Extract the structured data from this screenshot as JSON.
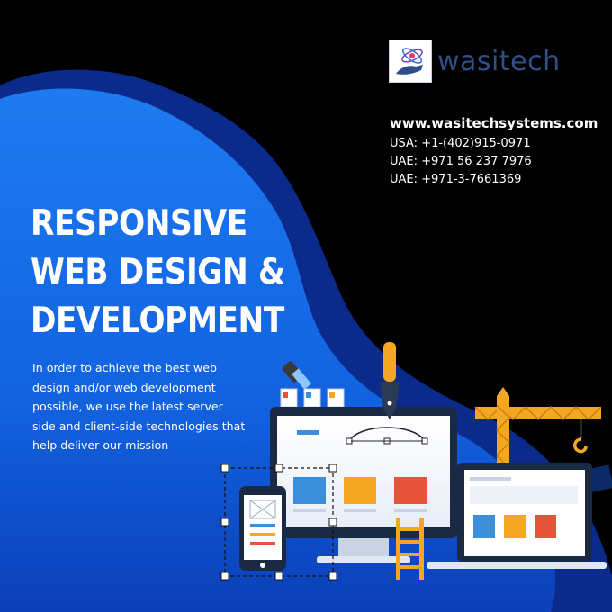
{
  "brand": {
    "name": "wasitech",
    "logo_icon": "atom-hand-icon"
  },
  "contact": {
    "website": "www.wasitechsystems.com",
    "usa": "USA: +1-(402)915-0971",
    "uae_mobile": "UAE: +971 56 237 7976",
    "uae_landline": "UAE: +971-3-7661369"
  },
  "headline": {
    "line1": "RESPONSIVE",
    "line2": "WEB DESIGN &",
    "line3": "DEVELOPMENT"
  },
  "description": "In order to achieve the best web design and/or web development possible, we use the latest server side and client-side technologies that help deliver our mission",
  "illustration": {
    "code_tag": "</>"
  },
  "colors": {
    "background": "#000000",
    "blob_dark": "#0a2a8c",
    "blob_main": "#1565e6",
    "accent_orange": "#f5a623",
    "accent_red": "#e8543a",
    "accent_blue": "#3b8fd9",
    "brand_text": "#2f4f86"
  }
}
